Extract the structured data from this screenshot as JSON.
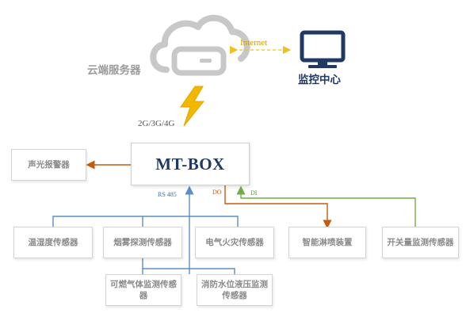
{
  "cloud": {
    "label": "云端服务器",
    "icon": "cloud-server-icon"
  },
  "monitor": {
    "label": "监控中心",
    "icon": "monitor-icon"
  },
  "link": {
    "internet": "Internet",
    "network": "2G/3G/4G"
  },
  "hub": {
    "label": "MT-BOX"
  },
  "ports": {
    "rs485": "RS 485",
    "do": "DO",
    "di": "DI"
  },
  "alarm": {
    "label": "声光报警器"
  },
  "sensors": {
    "temp_humidity": "温湿度传感器",
    "smoke": "烟雾探测传感器",
    "electric_fire": "电气火灾传感器",
    "gas": "可燃气体监测传感器",
    "water": "消防水位液压监测传感器"
  },
  "sprinkler": {
    "label": "智能淋喷装置"
  },
  "switch_sensor": {
    "label": "开关量监测传感器"
  },
  "colors": {
    "navy": "#1f3864",
    "rs485_line": "#5b8dc9",
    "do_line": "#c55a11",
    "di_line": "#70ad47",
    "internet_line": "#f0c020",
    "lightning": "#f2b800",
    "cloud": "#c8c8c8"
  }
}
